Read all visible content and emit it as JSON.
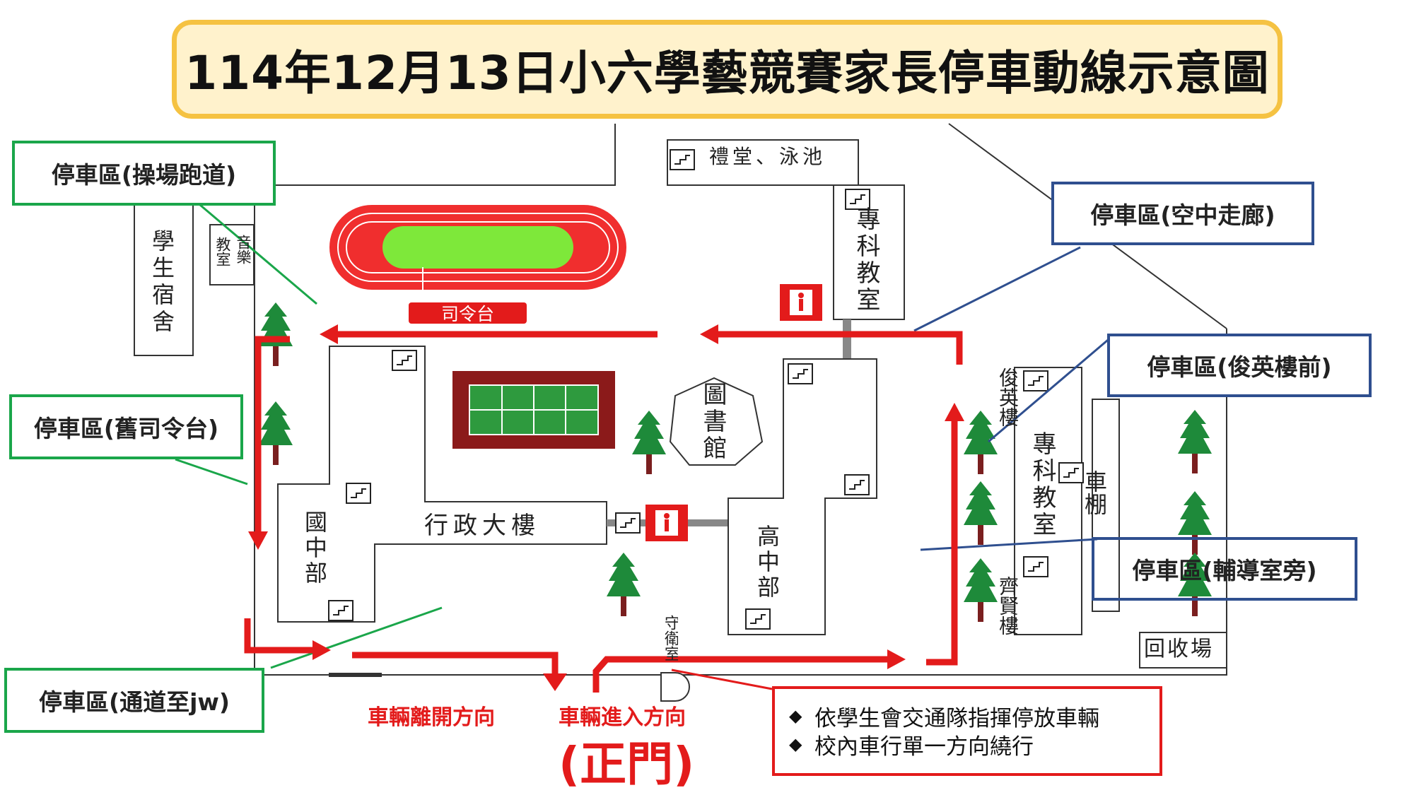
{
  "title": "114年12月13日小六學藝競賽家長停車動線示意圖",
  "parking_labels": {
    "track": "停車區(操場跑道)",
    "old_podium": "停車區(舊司令台)",
    "passage_jw": "停車區(通道至jw)",
    "skywalk": "停車區(空中走廊)",
    "junying_front": "停車區(俊英樓前)",
    "counseling": "停車區(輔導室旁)"
  },
  "buildings": {
    "auditorium_pool": "禮堂、泳池",
    "specialty_top": "專科教室",
    "dorm": "學生宿舍",
    "music_a": "音樂",
    "music_b": "教室",
    "podium": "司令台",
    "library": "圖書館",
    "admin": "行政大樓",
    "junior_high": "國中部",
    "senior_high": "高中部",
    "junying": "俊英樓",
    "specialty_right": "專科教室",
    "qixian": "齊賢樓",
    "bike_shed": "車棚",
    "recycle": "回收場",
    "guard": "守衛室"
  },
  "directions": {
    "exit": "車輛離開方向",
    "enter": "車輛進入方向",
    "main_gate": "(正門)"
  },
  "notes": [
    "依學生會交通隊指揮停放車輛",
    "校內車行單一方向繞行"
  ],
  "colors": {
    "route": "#e31b1b",
    "parking_green": "#1aa64a",
    "parking_blue": "#2f4f8f",
    "title_bg": "#fff2cc",
    "title_border": "#f5c242"
  }
}
